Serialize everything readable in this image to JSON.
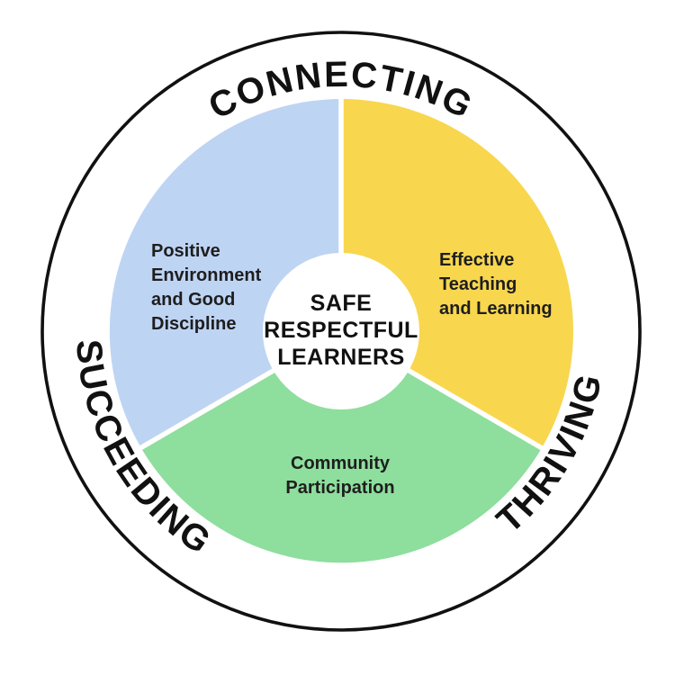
{
  "diagram": {
    "center_label": "SAFE\nRESPECTFUL\nLEARNERS",
    "ring_words": {
      "top": "CONNECTING",
      "left": "SUCCEEDING",
      "right": "THRIVING"
    },
    "segments": [
      {
        "id": "positive-environment-and-good-discipline",
        "label": "Positive\nEnvironment\nand Good\nDiscipline",
        "color": "#BED4F3"
      },
      {
        "id": "effective-teaching-and-learning",
        "label": "Effective\nTeaching\nand Learning",
        "color": "#F8D64E"
      },
      {
        "id": "community-participation",
        "label": "Community\nParticipation",
        "color": "#8EDE9D"
      }
    ],
    "colors": {
      "outline": "#111111",
      "divider": "#FFFFFF",
      "center_circle": "#FFFFFF",
      "text": "#1E1E1E",
      "background": "#FFFFFF"
    }
  }
}
